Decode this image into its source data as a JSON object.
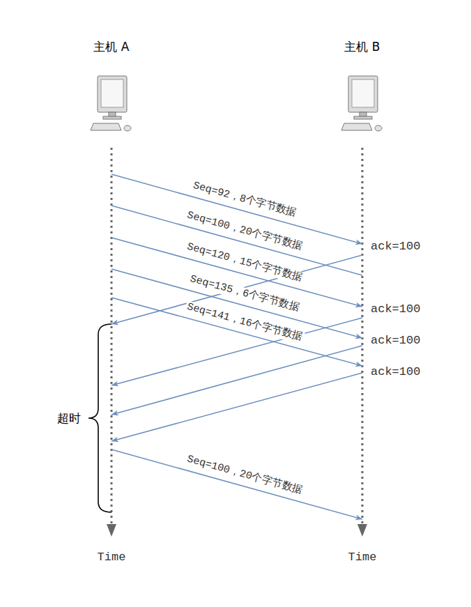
{
  "diagram": {
    "nodes": [
      {
        "text": [
          "主机 A"
        ]
      },
      {
        "text": [
          "主机 B"
        ]
      }
    ],
    "edges": [
      {
        "from": 0,
        "to": 1,
        "arrow": "to",
        "label": "Seq=92，8个字节数据"
      },
      {
        "from": 0,
        "to": 1,
        "arrow": "none",
        "label": "Seq=100，20个字节数据"
      },
      {
        "from": 0,
        "to": 1,
        "arrow": "to",
        "label": "Seq=120，15个字节数据"
      },
      {
        "from": 1,
        "to": 0,
        "arrow": "to"
      },
      {
        "from": 0,
        "to": 1,
        "arrow": "to",
        "label": "Seq=135，6个字节数据"
      },
      {
        "from": 0,
        "to": 1,
        "arrow": "to",
        "label": "Seq=141，16个字节数据"
      },
      {
        "from": 1,
        "to": 0,
        "arrow": "to"
      },
      {
        "from": 1,
        "to": 0,
        "arrow": "to"
      },
      {
        "from": 1,
        "to": 0,
        "arrow": "to"
      },
      {
        "from": 0,
        "to": 1,
        "arrow": "to",
        "label": "Seq=100，20个字节数据"
      }
    ],
    "labels": [
      "ack=100",
      "ack=100",
      "ack=100",
      "ack=100",
      "超时",
      "Time",
      "Time"
    ]
  }
}
